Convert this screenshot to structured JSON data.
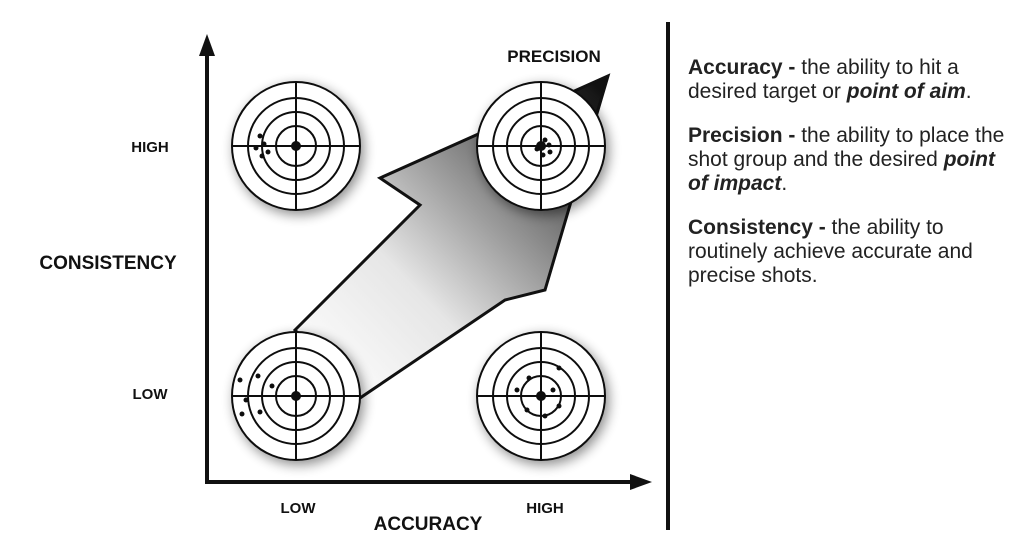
{
  "axes": {
    "x_title": "ACCURACY",
    "y_title": "CONSISTENCY",
    "x_low": "LOW",
    "x_high": "HIGH",
    "y_low": "LOW",
    "y_high": "HIGH"
  },
  "arrow_label": "PRECISION",
  "definitions": [
    {
      "term": "Accuracy",
      "sep": " - ",
      "text_before": "the ability to hit a desired target or ",
      "emphasis": "point of aim",
      "text_after": "."
    },
    {
      "term": "Precision",
      "sep": " - ",
      "text_before": "the ability to place the shot group and the desired ",
      "emphasis": "point of impact",
      "text_after": "."
    },
    {
      "term": "Consistency",
      "sep": " - ",
      "text_before": "the ability to routinely achieve accurate and precise shots.",
      "emphasis": "",
      "text_after": ""
    }
  ],
  "colors": {
    "ink": "#111111",
    "arrow_dark": "#111111",
    "arrow_light": "#ffffff"
  }
}
